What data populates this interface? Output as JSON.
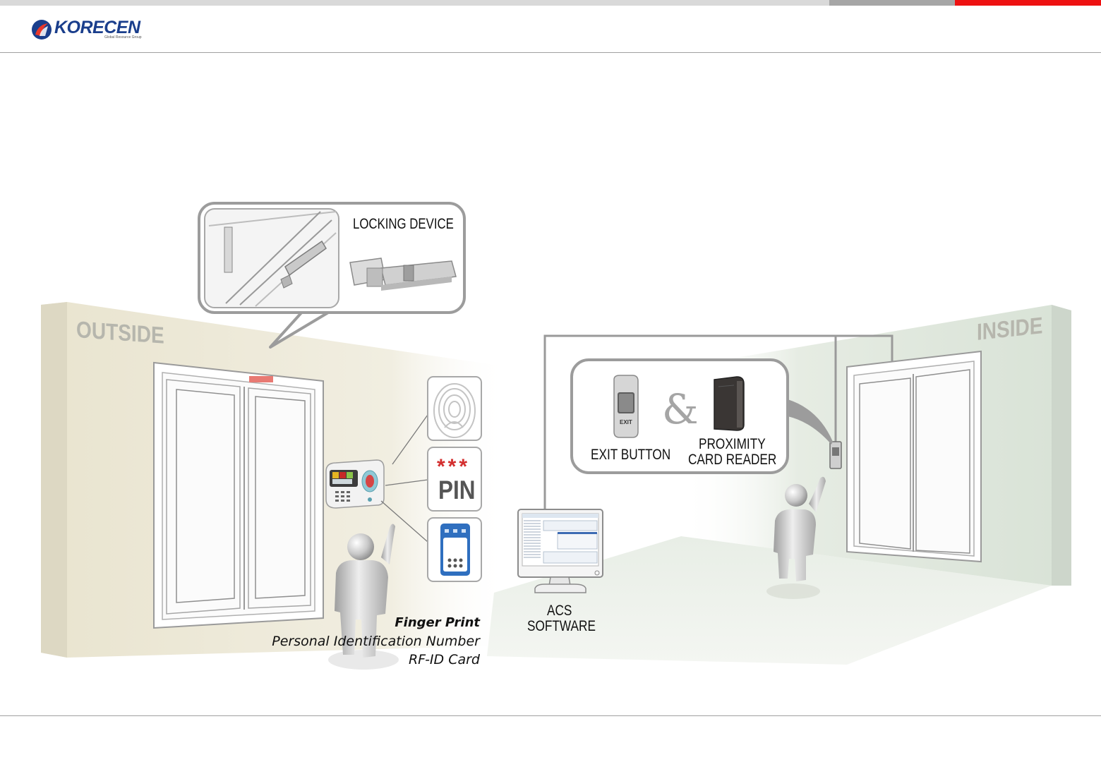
{
  "header": {
    "logo_text": "KORECEN",
    "logo_subtitle": "Global Resource Group"
  },
  "diagram": {
    "outside_label": "OUTSIDE",
    "inside_label": "INSIDE",
    "locking_device_label": "LOCKING DEVICE",
    "exit_button_label": "EXIT BUTTON",
    "ampersand": "&",
    "proximity_label_line1": "PROXIMITY",
    "proximity_label_line2": "CARD READER",
    "acs_line1": "ACS",
    "acs_line2": "SOFTWARE",
    "pin_stars": "***",
    "pin_text": "PIN",
    "exit_plate_text": "EXIT",
    "captions": {
      "line1": "Finger Print",
      "line2": "Personal Identification Number",
      "line3": "RF-ID Card"
    }
  },
  "colors": {
    "brand_blue": "#1a3e8c",
    "accent_red": "#ee1111",
    "outside_wall": "#ede8d6",
    "inside_wall": "#dfe6dc",
    "cable_gray": "#9a9a9a"
  }
}
